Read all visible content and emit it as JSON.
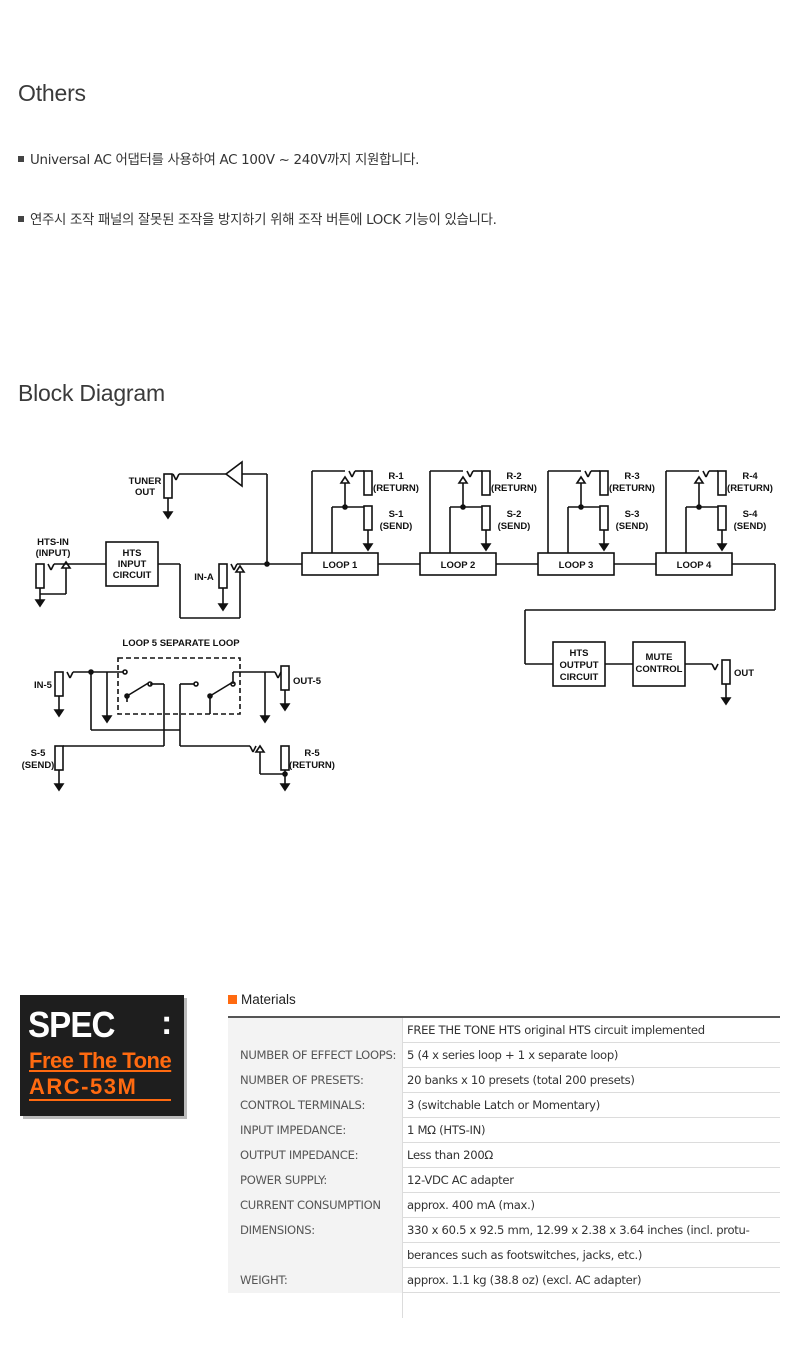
{
  "others": {
    "title": "Others",
    "bullets": [
      "Universal AC 어댑터를 사용하여 AC 100V ~ 240V까지 지원합니다.",
      "연주시 조작 패널의 잘못된 조작을 방지하기 위해 조작 버튼에 LOCK 기능이 있습니다."
    ]
  },
  "block_diagram": {
    "title": "Block Diagram",
    "labels": {
      "tuner_out": [
        "TUNER",
        "OUT"
      ],
      "hts_in": [
        "HTS-IN",
        "(INPUT)"
      ],
      "hts_input_circuit": [
        "HTS",
        "INPUT",
        "CIRCUIT"
      ],
      "in_a": "IN-A",
      "loops": [
        "LOOP 1",
        "LOOP 2",
        "LOOP 3",
        "LOOP 4"
      ],
      "returns": [
        "R-1",
        "R-2",
        "R-3",
        "R-4"
      ],
      "sends": [
        "S-1",
        "S-2",
        "S-3",
        "S-4"
      ],
      "return_tag": "(RETURN)",
      "send_tag": "(SEND)",
      "hts_output_circuit": [
        "HTS",
        "OUTPUT",
        "CIRCUIT"
      ],
      "mute_control": [
        "MUTE",
        "CONTROL"
      ],
      "out": "OUT",
      "loop5": "LOOP 5  SEPARATE LOOP",
      "in5": "IN-5",
      "out5": "OUT-5",
      "s5": [
        "S-5",
        "(SEND)"
      ],
      "r5": [
        "R-5",
        "(RETURN)"
      ]
    }
  },
  "spec": {
    "word": "SPEC",
    "colon": ":",
    "brand": "Free The Tone",
    "model": "ARC-53M"
  },
  "materials": {
    "title": "Materials",
    "rows": [
      {
        "key": "",
        "value": "FREE THE TONE HTS original HTS circuit implemented"
      },
      {
        "key": "NUMBER OF EFFECT LOOPS:",
        "value": "5 (4 x series loop + 1 x separate loop)"
      },
      {
        "key": "NUMBER OF PRESETS:",
        "value": "20 banks x 10 presets (total 200 presets)"
      },
      {
        "key": "CONTROL TERMINALS:",
        "value": "3 (switchable Latch or Momentary)"
      },
      {
        "key": "INPUT IMPEDANCE:",
        "value": "1 MΩ (HTS-IN)"
      },
      {
        "key": "OUTPUT IMPEDANCE:",
        "value": "Less than 200Ω"
      },
      {
        "key": "POWER SUPPLY:",
        "value": "12-VDC AC adapter"
      },
      {
        "key": "CURRENT CONSUMPTION",
        "value": "approx. 400 mA (max.)"
      },
      {
        "key": "DIMENSIONS:",
        "value": "330 x 60.5 x 92.5 mm, 12.99 x 2.38 x 3.64 inches (incl. protu-"
      },
      {
        "key": "",
        "value": "berances such as footswitches, jacks, etc.)"
      },
      {
        "key": "WEIGHT:",
        "value": "approx. 1.1 kg (38.8 oz) (excl. AC adapter)"
      }
    ]
  }
}
